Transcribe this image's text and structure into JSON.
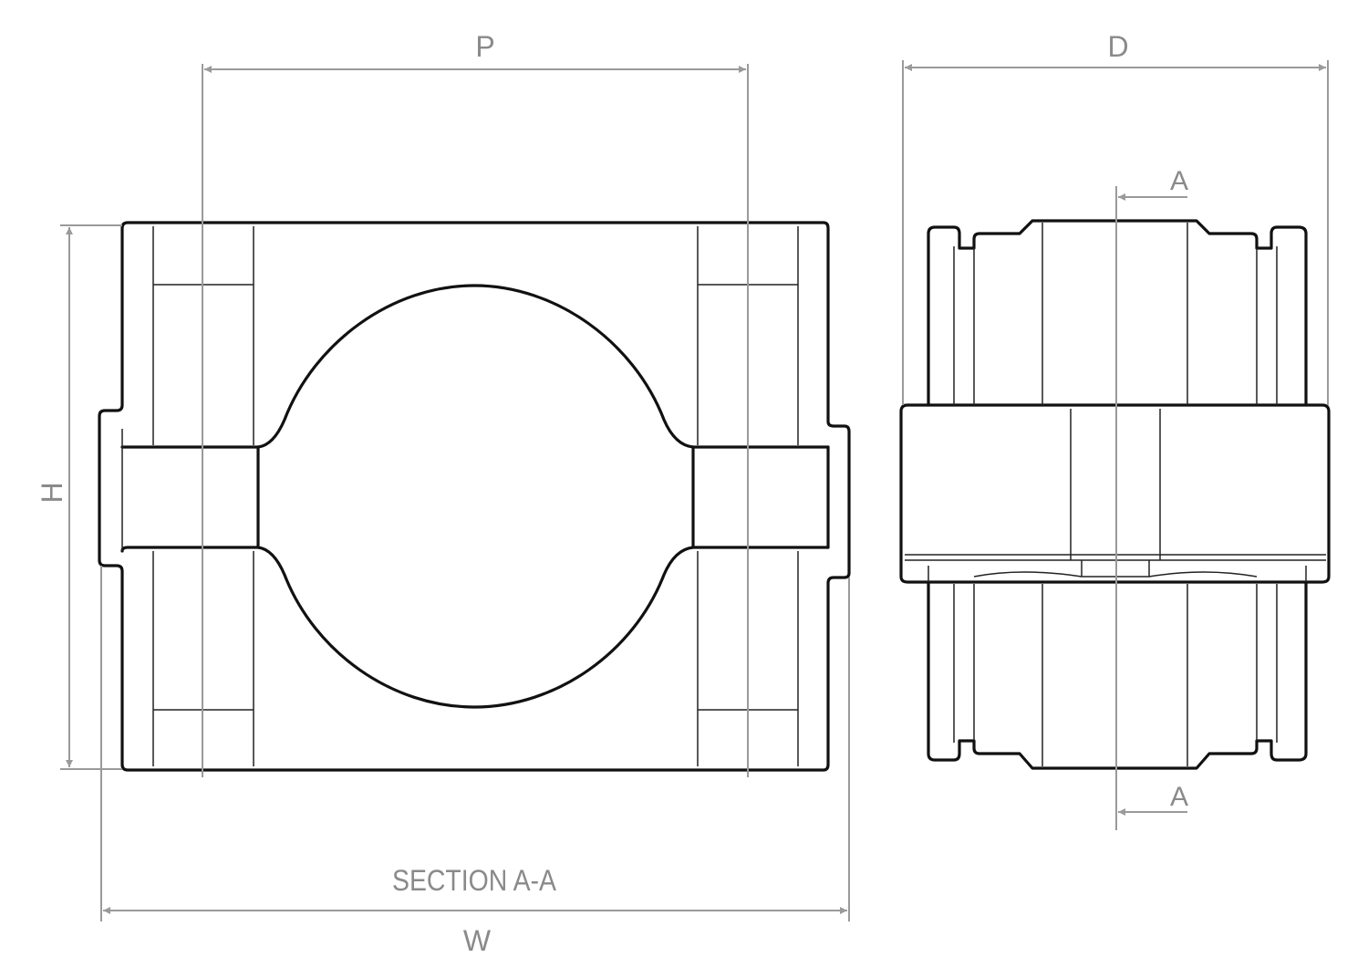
{
  "labels": {
    "dim_p": "P",
    "dim_d": "D",
    "dim_h": "H",
    "dim_w": "W",
    "section_a_top": "A",
    "section_a_bottom": "A",
    "section_caption": "SECTION A-A"
  },
  "colors": {
    "outline": "#111111",
    "dimension": "#9a9a9a",
    "label": "#8a8a8a"
  }
}
